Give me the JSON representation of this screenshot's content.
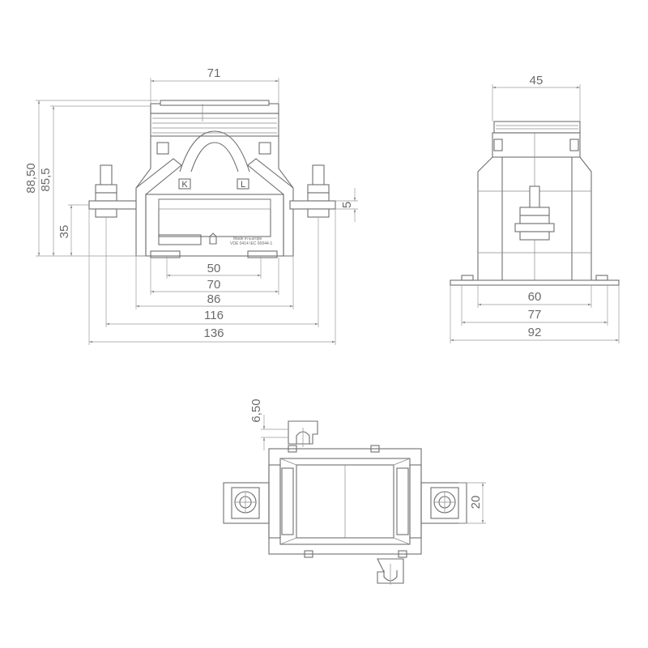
{
  "front_view": {
    "dims": {
      "top_width": "71",
      "total_height": "88,50",
      "body_height": "85,5",
      "bolt_height": "35",
      "bolt_offset": "5",
      "w50": "50",
      "w70": "70",
      "w86": "86",
      "w116": "116",
      "w136": "136"
    },
    "terminal_k": "K",
    "terminal_l": "L",
    "label_line1": "Made in Europe",
    "label_line2": "VDE 0414 IEC 60044-1"
  },
  "side_view": {
    "dims": {
      "top_width": "45",
      "w60": "60",
      "w77": "77",
      "w92": "92"
    }
  },
  "top_view": {
    "dims": {
      "slot": "6,50",
      "bolt_spacing": "20"
    }
  }
}
